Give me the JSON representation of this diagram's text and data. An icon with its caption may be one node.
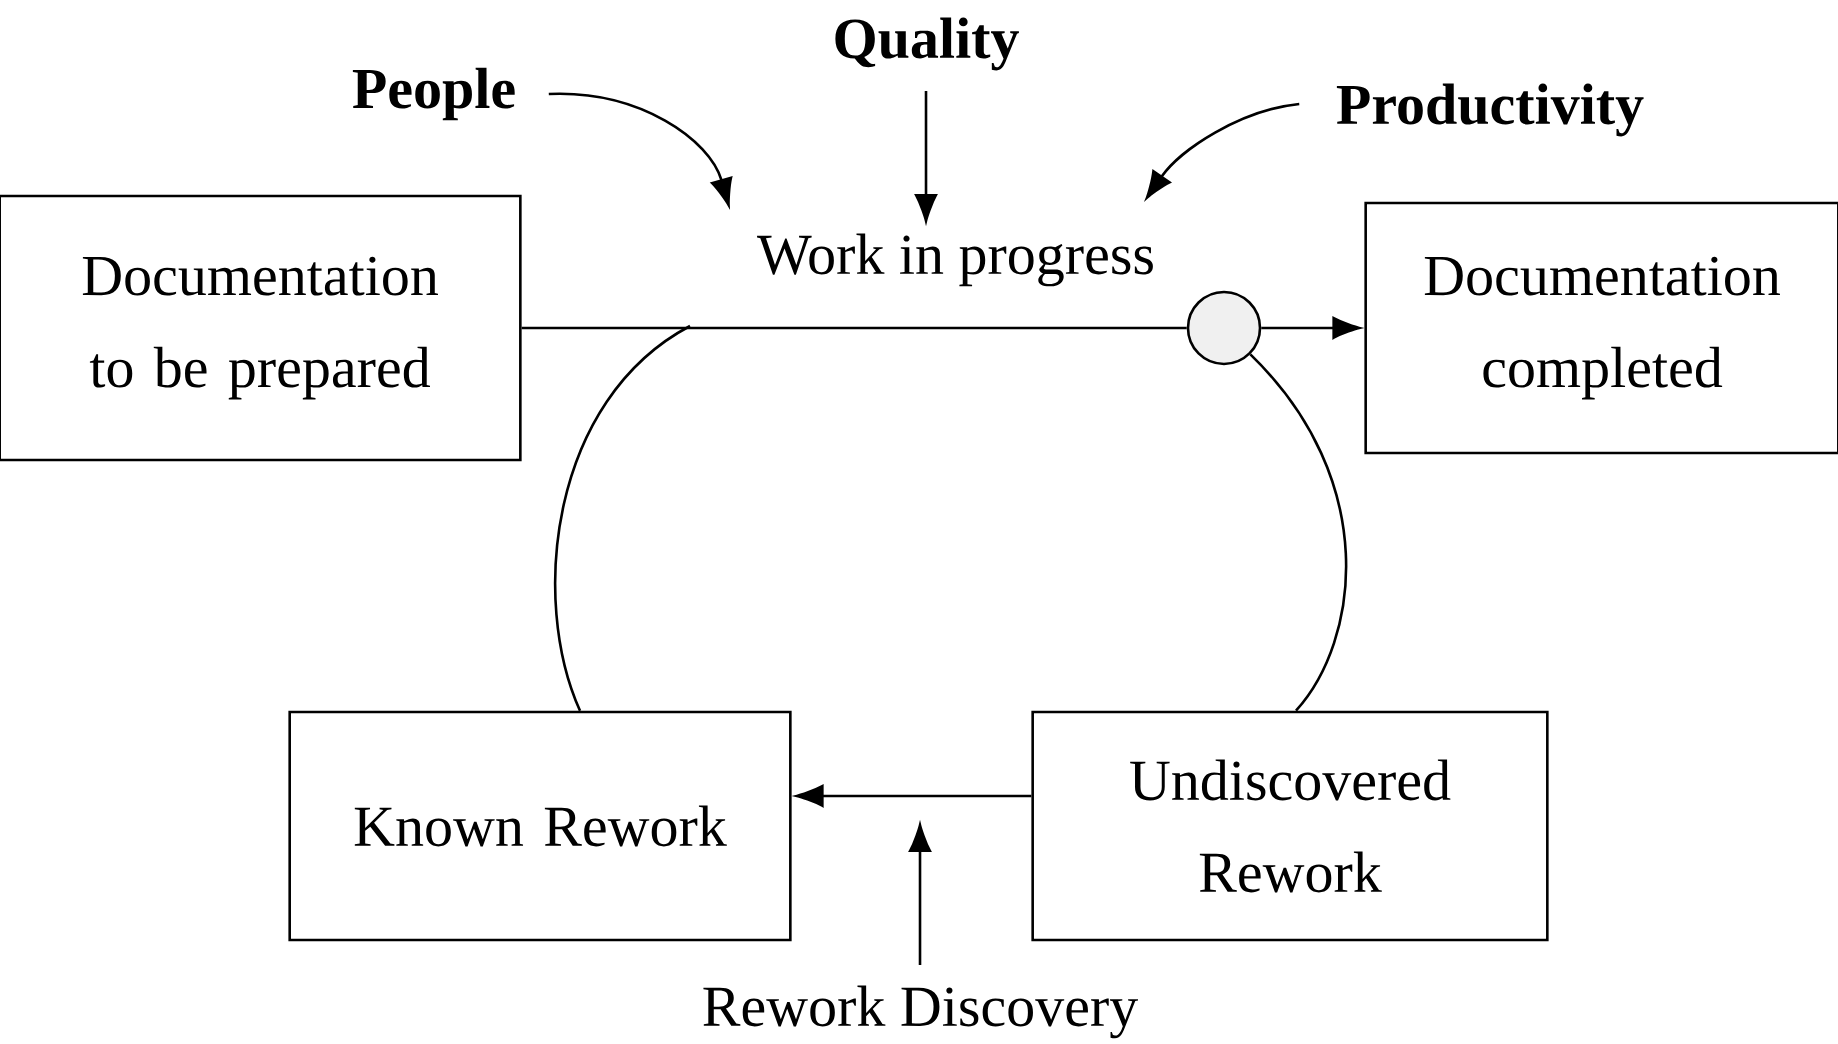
{
  "diagram": {
    "nodes": [
      {
        "text": [
          "Documentation to be prepared"
        ]
      },
      {
        "text": [
          "Documentation completed"
        ]
      },
      {
        "text": [
          "Known Rework"
        ]
      },
      {
        "text": [
          "Undiscovered Rework"
        ]
      },
      {
        "text": [
          "People"
        ]
      },
      {
        "text": [
          "Quality"
        ]
      },
      {
        "text": [
          "Productivity"
        ]
      },
      {
        "text": [
          "Work in progress"
        ]
      },
      {
        "text": [
          "Rework Discovery"
        ]
      },
      {
        "text": [],
        "shape": "circle"
      }
    ],
    "edges": [
      {
        "from": 0,
        "to": 9,
        "arrow": "none"
      },
      {
        "from": 9,
        "to": 1,
        "arrow": "to"
      },
      {
        "from": 9,
        "to": 3,
        "arrow": "none"
      },
      {
        "from": 2,
        "to": null,
        "arrow": "none"
      },
      {
        "from": 3,
        "to": 2,
        "arrow": "to"
      },
      {
        "from": 4,
        "to": 7,
        "arrow": "to"
      },
      {
        "from": 5,
        "to": 7,
        "arrow": "to"
      },
      {
        "from": 6,
        "to": 7,
        "arrow": "to"
      },
      {
        "from": 8,
        "to": null,
        "arrow": "to"
      }
    ]
  }
}
